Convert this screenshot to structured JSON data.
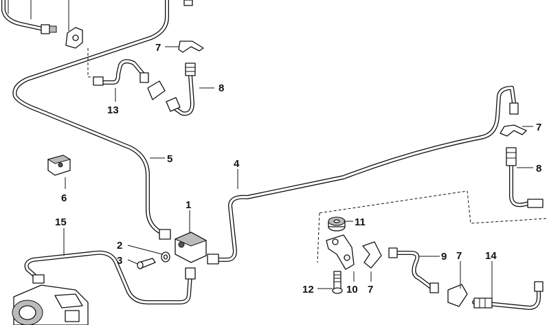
{
  "callouts": {
    "c1": "1",
    "c2": "2",
    "c3": "3",
    "c4": "4",
    "c5": "5",
    "c6": "6",
    "c7a": "7",
    "c7b": "7",
    "c7c": "7",
    "c7d": "7",
    "c8a": "8",
    "c8b": "8",
    "c9": "9",
    "c10": "10",
    "c11": "11",
    "c12": "12",
    "c13": "13",
    "c14": "14",
    "c15": "15"
  }
}
